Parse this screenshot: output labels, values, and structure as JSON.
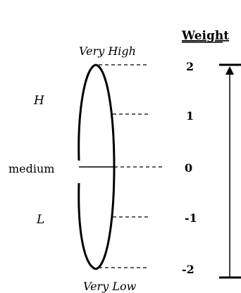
{
  "weight_header": "Weight",
  "top_label": "Very High",
  "bottom_label": "Very Low",
  "side_labels": {
    "high": "H",
    "medium": "medium",
    "low": "L"
  },
  "weights": [
    "2",
    "1",
    "0",
    "-1",
    "-2"
  ],
  "colors": {
    "ink": "#000000",
    "background": "#ffffff"
  }
}
